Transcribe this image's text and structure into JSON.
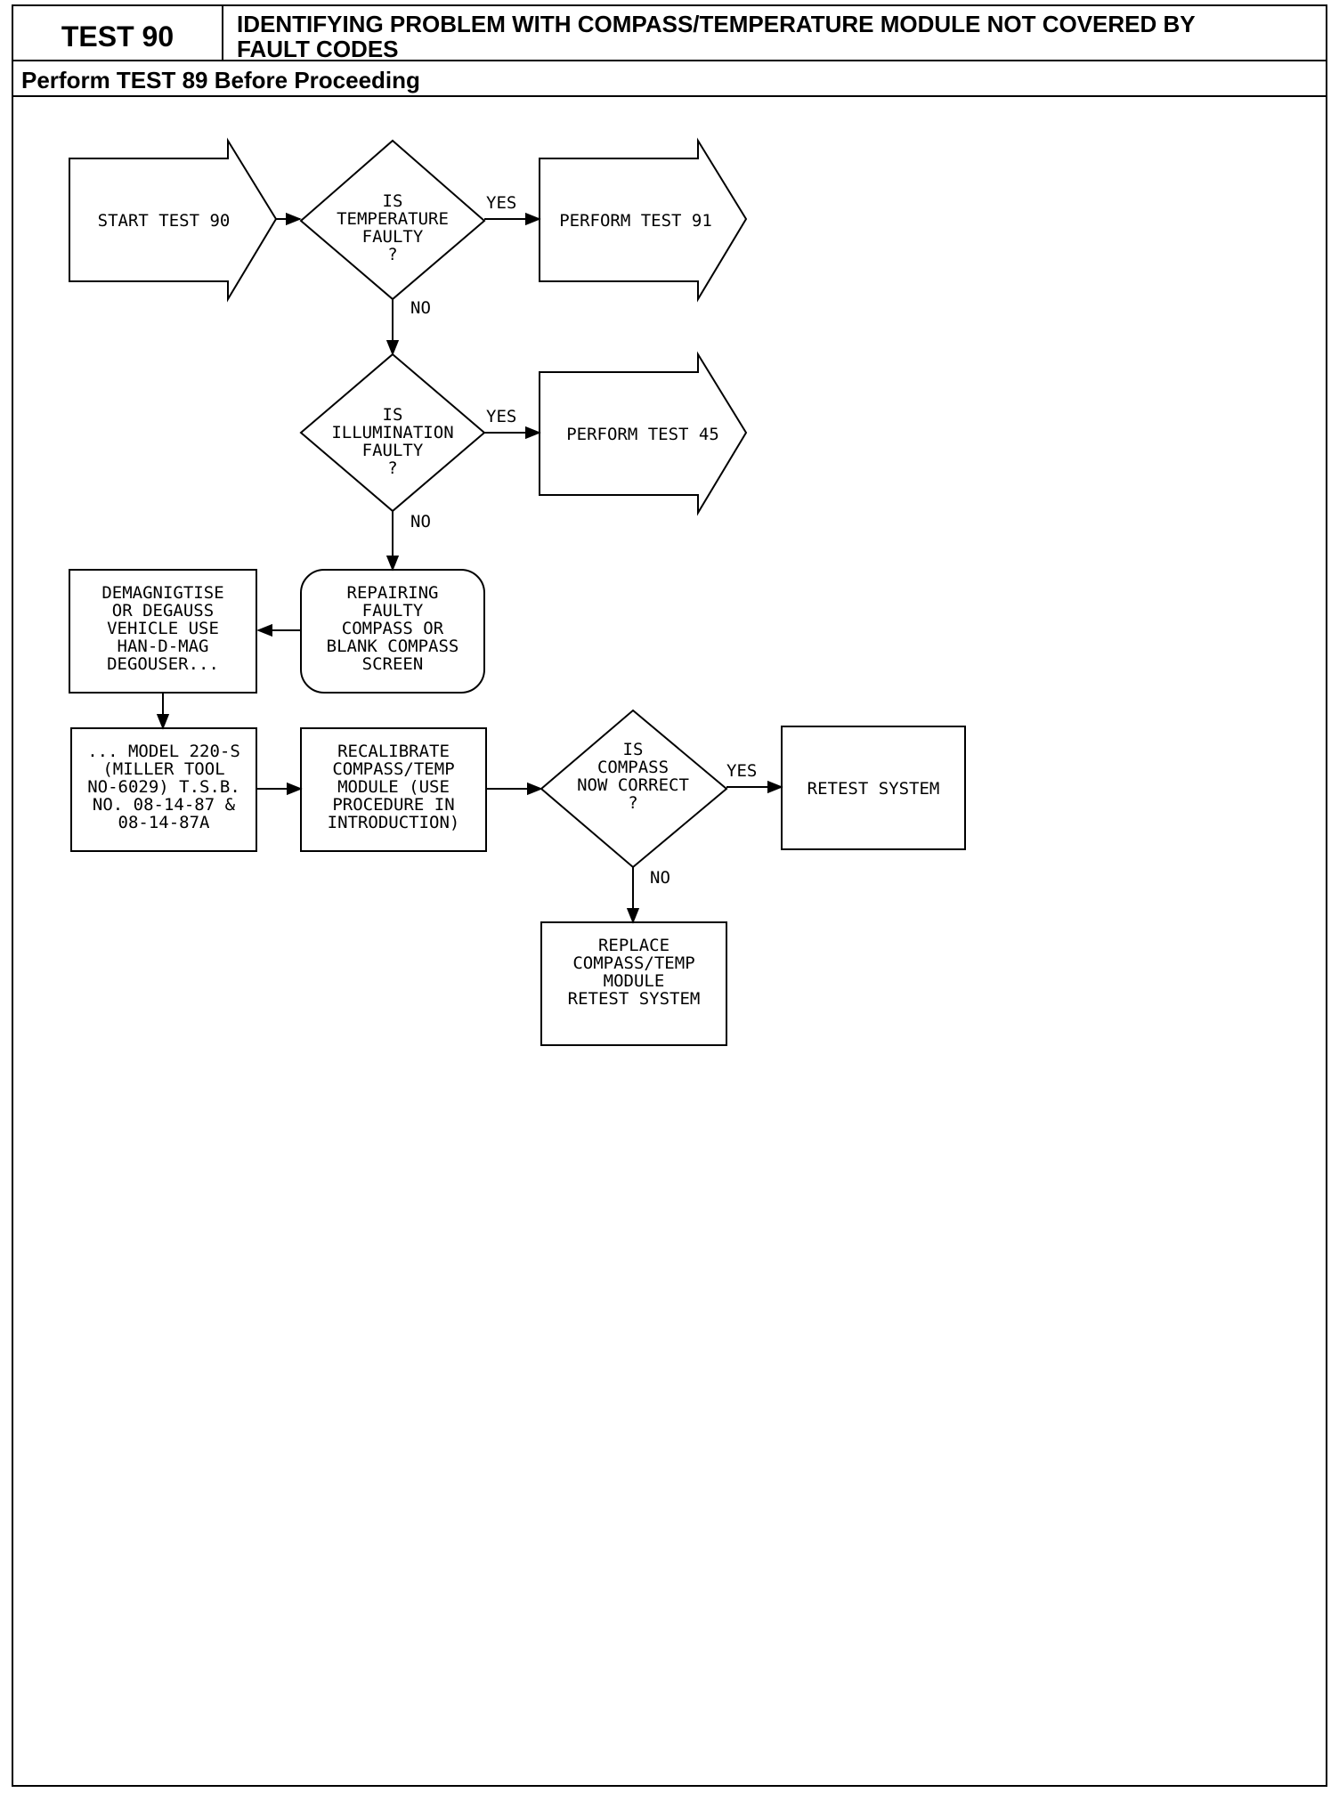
{
  "header": {
    "test_label": "TEST 90",
    "title_line1": "IDENTIFYING PROBLEM WITH COMPASS/TEMPERATURE MODULE NOT COVERED BY",
    "title_line2": "FAULT CODES",
    "subtitle": "Perform TEST 89 Before Proceeding"
  },
  "flow": {
    "start": "START TEST 90",
    "d1": [
      "IS",
      "TEMPERATURE",
      "FAULTY",
      "?"
    ],
    "d1_yes": "YES",
    "d1_no": "NO",
    "perform91": "PERFORM TEST 91",
    "d2": [
      "IS",
      "ILLUMINATION",
      "FAULTY",
      "?"
    ],
    "d2_yes": "YES",
    "d2_no": "NO",
    "perform45": "PERFORM TEST 45",
    "repair": [
      "REPAIRING",
      "FAULTY",
      "COMPASS OR",
      "BLANK COMPASS",
      "SCREEN"
    ],
    "demag": [
      "DEMAGNIGTISE",
      "OR DEGAUSS",
      "VEHICLE USE",
      "HAN-D-MAG",
      "DEGOUSER..."
    ],
    "model": [
      "... MODEL 220-S",
      "(MILLER TOOL",
      "NO-6029) T.S.B.",
      "NO. 08-14-87 &",
      "08-14-87A"
    ],
    "recal": [
      "RECALIBRATE",
      "COMPASS/TEMP",
      "MODULE (USE",
      "PROCEDURE IN",
      "INTRODUCTION)"
    ],
    "d3": [
      "IS",
      "COMPASS",
      "NOW CORRECT",
      "?"
    ],
    "d3_yes": "YES",
    "d3_no": "NO",
    "retest": "RETEST SYSTEM",
    "replace": [
      "REPLACE",
      "COMPASS/TEMP",
      "MODULE",
      "RETEST SYSTEM"
    ]
  }
}
